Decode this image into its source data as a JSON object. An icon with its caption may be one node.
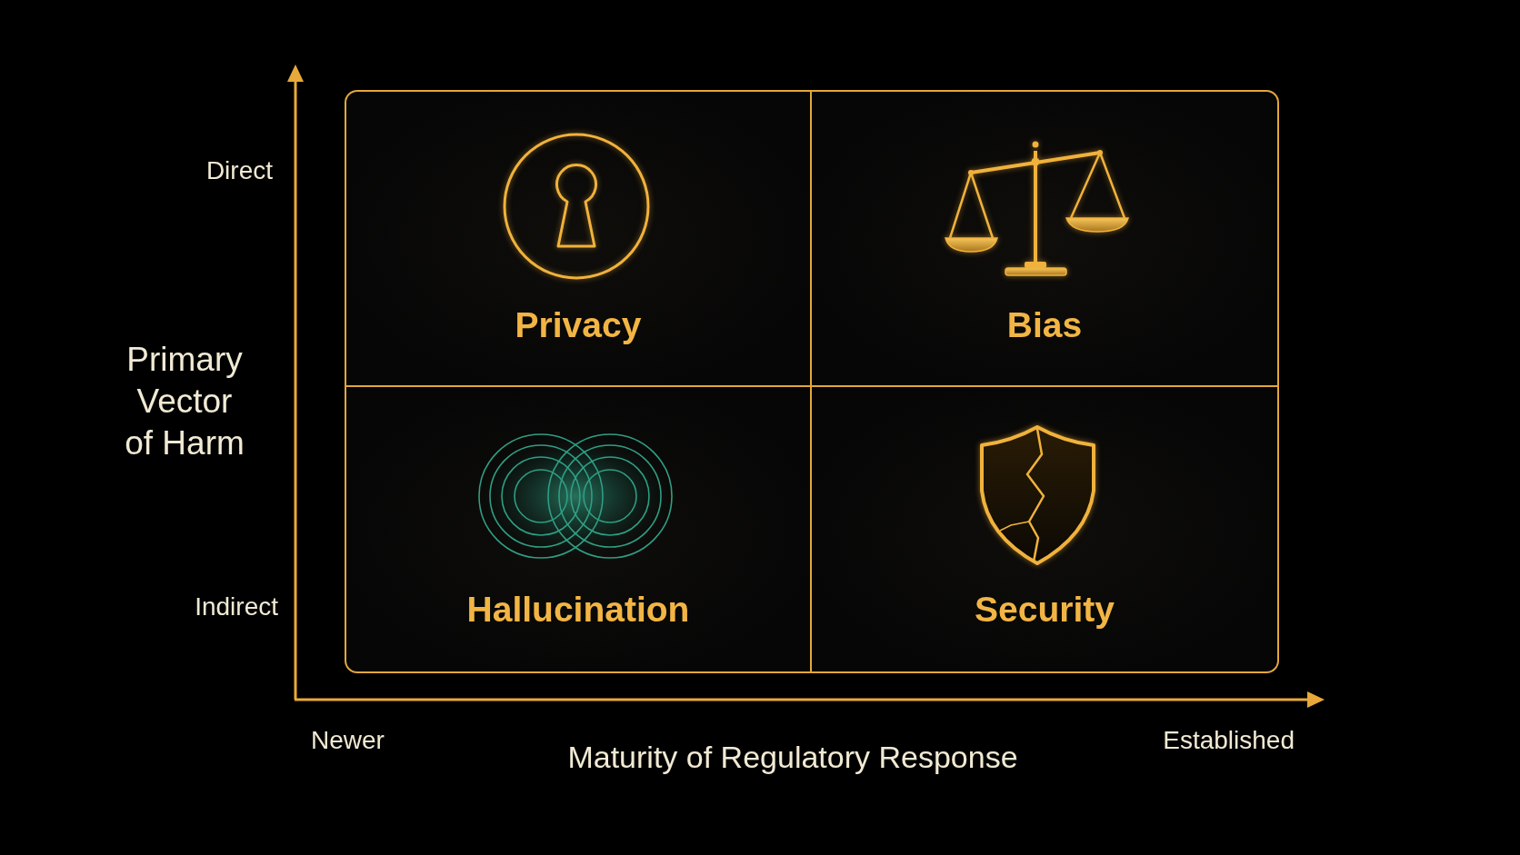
{
  "diagram": {
    "nodes": [
      {
        "text": [
          "Privacy"
        ]
      },
      {
        "text": [
          "Bias"
        ]
      },
      {
        "text": [
          "Hallucination"
        ]
      },
      {
        "text": [
          "Security"
        ]
      }
    ],
    "labels": [
      "Direct",
      "Primary Vector of Harm",
      "Indirect",
      "Newer",
      "Maturity of Regulatory Response",
      "Established"
    ]
  }
}
